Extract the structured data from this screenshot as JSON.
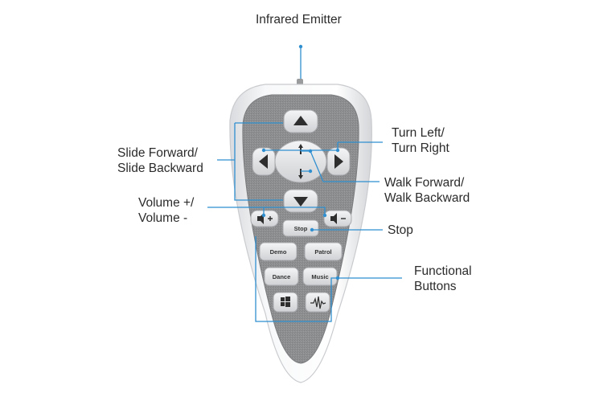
{
  "labels": {
    "infrared_emitter": "Infrared Emitter",
    "slide_line1": "Slide Forward/",
    "slide_line2": "Slide Backward",
    "turn_line1": "Turn Left/",
    "turn_line2": "Turn Right",
    "walk_line1": "Walk Forward/",
    "walk_line2": "Walk  Backward",
    "volume_line1": "Volume +/",
    "volume_line2": "Volume -",
    "stop": "Stop",
    "functional_line1": "Functional",
    "functional_line2": "Buttons"
  },
  "buttons": {
    "stop": "Stop",
    "demo": "Demo",
    "patrol": "Patrol",
    "dance": "Dance",
    "music": "Music"
  },
  "icons": {
    "volume_up": "speaker-plus-icon",
    "volume_down": "speaker-minus-icon",
    "bottom_left": "windows-logo-icon",
    "bottom_right": "waveform-icon"
  },
  "colors": {
    "callout": "#2f8fd0",
    "panel": "#8c8d8f",
    "shell": "#f2f3f5",
    "button": "#e6e7e9"
  }
}
